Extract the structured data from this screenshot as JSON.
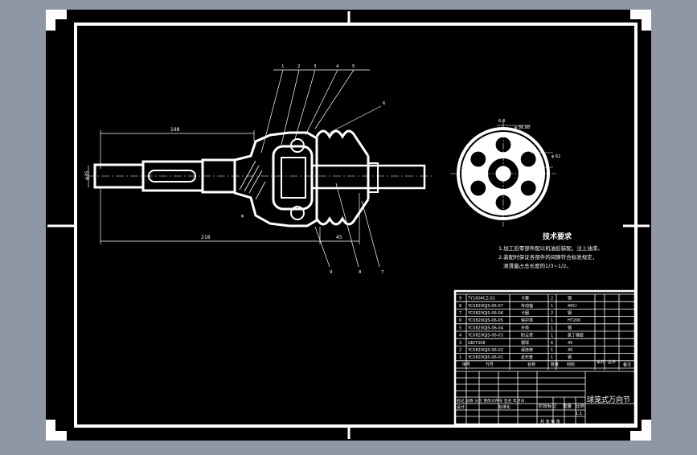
{
  "colors": {
    "viewport": "#8e97a3",
    "sheet": "#000000",
    "line": "#ffffff"
  },
  "dimensions": {
    "total_length": "198",
    "overall_length": "218",
    "shaft_dia": "φ35",
    "mid_len": "45",
    "flange_left": "φ",
    "section_top": "6-8",
    "section_r1": "φ 86.88",
    "section_r2": "φ 62"
  },
  "balloons": [
    "1",
    "2",
    "3",
    "4",
    "5",
    "6",
    "7",
    "8",
    "9"
  ],
  "tech_req": {
    "title": "技术要求",
    "line1": "1.加工后零部件配以机油后装配，注上油漆。",
    "line2": "2.装配时保证各部件的间隙符合标准规定，",
    "line3": "测滑量占总长度的1/3~1/2。"
  },
  "bom": {
    "rows": [
      {
        "no": "9",
        "code": "TY1604CZ-01",
        "name": "卡箍",
        "qty": "2",
        "mat": "钢"
      },
      {
        "no": "8",
        "code": "YC0820QJS-06-07",
        "name": "传动轴",
        "qty": "1",
        "mat": "40Cr"
      },
      {
        "no": "7",
        "code": "YC0820QJS-06-06",
        "name": "卡圈",
        "qty": "2",
        "mat": "钢"
      },
      {
        "no": "6",
        "code": "YC0820QJS-06-05",
        "name": "保护罩",
        "qty": "1",
        "mat": "HT200"
      },
      {
        "no": "5",
        "code": "YC0820QJS-06-04",
        "name": "外壳",
        "qty": "1",
        "mat": "钢"
      },
      {
        "no": "4",
        "code": "YC0820QJS-06-03",
        "name": "防尘罩",
        "qty": "1",
        "mat": "氯丁橡胶"
      },
      {
        "no": "3",
        "code": "GB/T308",
        "name": "钢球",
        "qty": "6",
        "mat": "45"
      },
      {
        "no": "2",
        "code": "YC0820QJS-06-02",
        "name": "保持架",
        "qty": "1",
        "mat": "45"
      },
      {
        "no": "1",
        "code": "YC0820QJS-06-01",
        "name": "星形套",
        "qty": "1",
        "mat": "钢"
      }
    ],
    "header": {
      "no": "序号",
      "code": "代号",
      "name": "名称",
      "qty": "数量",
      "mat": "材料",
      "single": "单件",
      "total": "总计",
      "note": "备注"
    }
  },
  "title_block": {
    "drawing_name": "球笼式万向节",
    "stage_label": "阶段标记",
    "weight_label": "重量",
    "scale_label": "比例",
    "scale_value": "1:1",
    "row_labels": "标记 处数 分区 更改文件号 签名 年月日",
    "design": "设计",
    "standard": "标准化",
    "bottom": "共 张 第 张"
  }
}
